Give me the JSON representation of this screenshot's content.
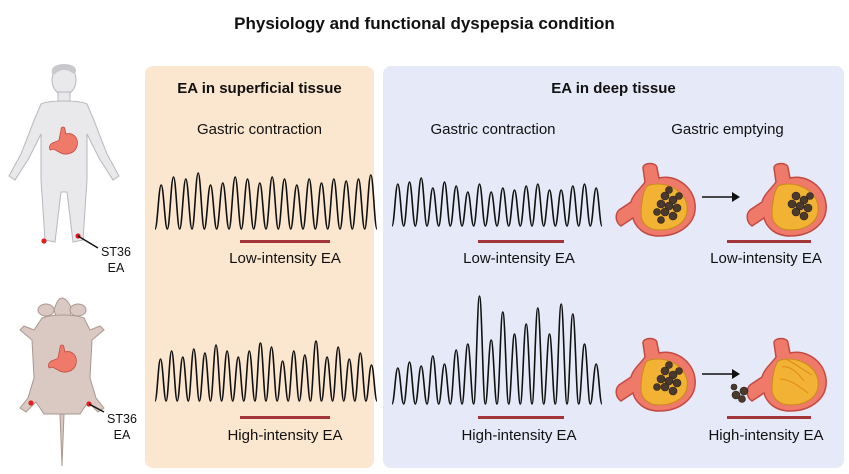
{
  "title": "Physiology and functional dyspepsia condition",
  "panels": {
    "superficial": {
      "title": "EA in superficial tissue",
      "contraction_label": "Gastric contraction",
      "low_label": "Low-intensity EA",
      "high_label": "High-intensity EA"
    },
    "deep": {
      "title": "EA in deep tissue",
      "contraction_label": "Gastric contraction",
      "emptying_label": "Gastric emptying",
      "low_label": "Low-intensity EA",
      "high_label": "High-intensity EA",
      "low_label_emptying": "Low-intensity EA",
      "high_label_emptying": "High-intensity EA"
    }
  },
  "subjects": {
    "human": {
      "point_label_line1": "ST36",
      "point_label_line2": "EA"
    },
    "rat": {
      "point_label_line1": "ST36",
      "point_label_line2": "EA"
    }
  },
  "colors": {
    "superficial_bg": "#fbe6cf",
    "deep_bg": "#e6e9f7",
    "stim_bar": "#a3343a",
    "stomach_outer": "#f07a6a",
    "stomach_inner": "#f2b233",
    "acupoint": "#e02020"
  }
}
